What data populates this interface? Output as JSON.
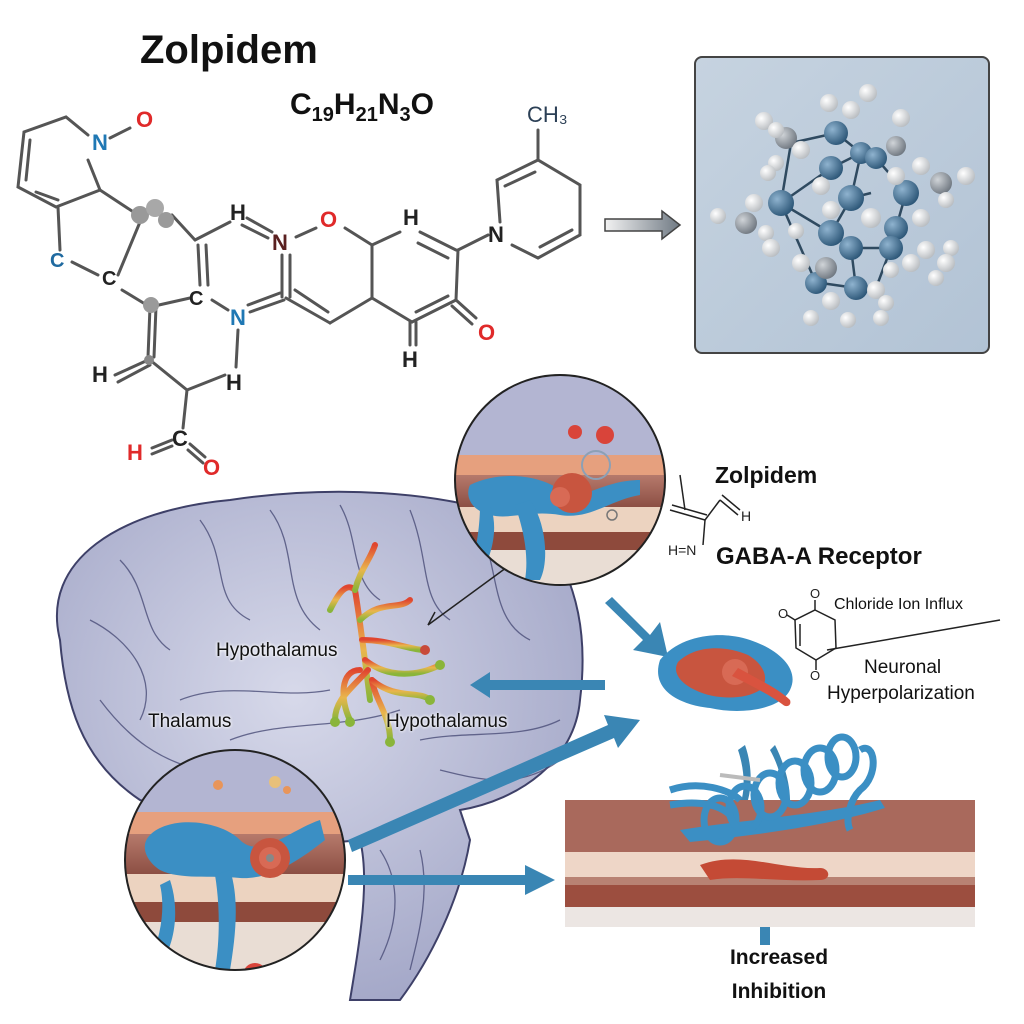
{
  "title": "Zolpidem",
  "formula": {
    "C": "C",
    "c_count": "19",
    "H": "H",
    "h_count": "21",
    "N": "N",
    "n_count": "3",
    "O": "O"
  },
  "structure_atoms": {
    "n_oxide_n": "N",
    "n_oxide_o": "O",
    "ring_c_blue": "C",
    "ring_c_center": "C",
    "bridge_c": "C",
    "h_upper": "H",
    "n_upper": "N",
    "o_upper": "O",
    "n_lower": "N",
    "h_left": "H",
    "h_mid": "H",
    "aldehyde_h": "H",
    "aldehyde_c": "C",
    "aldehyde_o": "O",
    "h_right_top": "H",
    "h_right_bottom": "H",
    "ketone_o": "O",
    "pyridine_n": "N",
    "methyl": "CH₃"
  },
  "model_panel": {
    "description": "3D ball-and-stick molecular model"
  },
  "labels": {
    "zolpidem": "Zolpidem",
    "gaba_receptor": "GABA-A Receptor",
    "chloride_influx": "Chloride Ion Influx",
    "neuronal": "Neuronal",
    "hyperpolarization": "Hyperpolarization",
    "increased": "Increased",
    "inhibition": "Inhibition",
    "hypothalamus_upper": "Hypothalamus",
    "hypothalamus_lower": "Hypothalamus",
    "thalamus": "Thalamus",
    "side_h": "H",
    "side_hn": "H=N",
    "quinone_o1": "O",
    "quinone_o2": "O",
    "quinone_o3": "O"
  },
  "colors": {
    "arrow_blue": "#3a86b4",
    "brain": "#b9bcd6",
    "nitrogen": "#1f78b4",
    "oxygen": "#e02a2a",
    "receptor_blue": "#3b8fc4",
    "receptor_red": "#c8553f"
  }
}
